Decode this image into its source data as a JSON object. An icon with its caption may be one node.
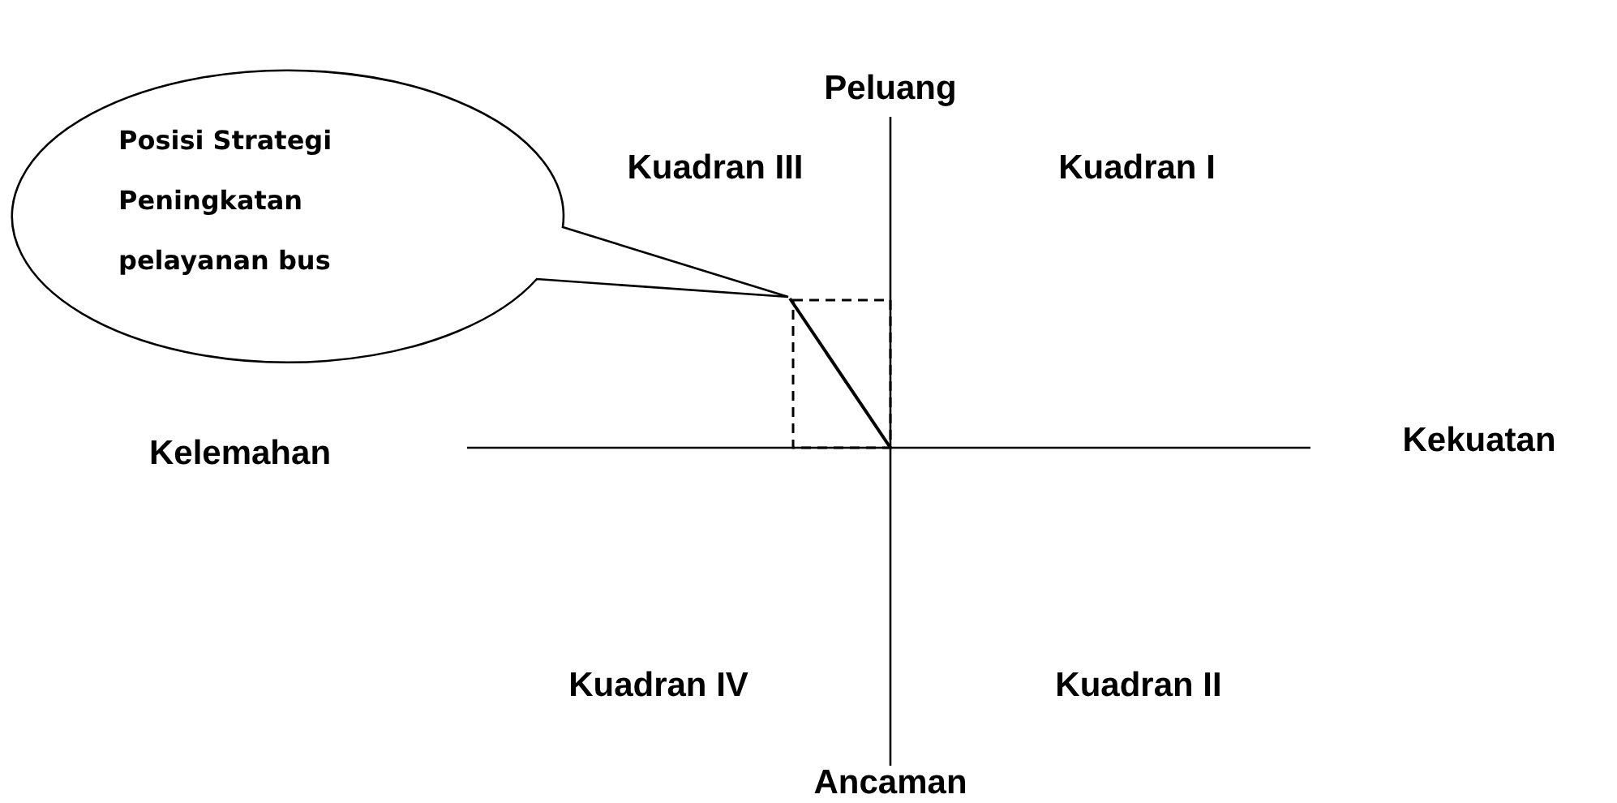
{
  "diagram": {
    "nodes": [
      {
        "text": [
          "Posisi Strategi Peningkatan pelayanan bus"
        ]
      }
    ],
    "labels": [
      "Peluang",
      "Kuadran III",
      "Kuadran I",
      "Kelemahan",
      "Kekuatan",
      "Kuadran IV",
      "Kuadran II",
      "Ancaman"
    ]
  }
}
